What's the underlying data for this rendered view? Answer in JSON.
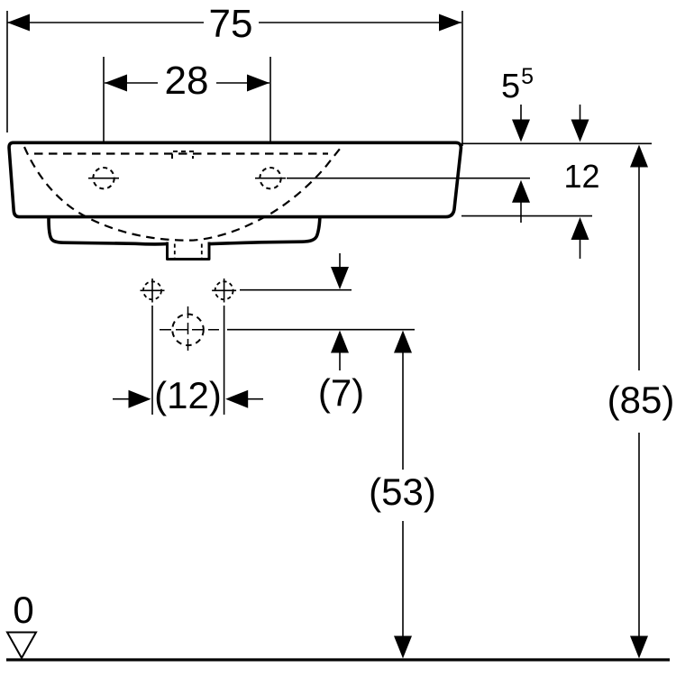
{
  "drawing": {
    "description": "Technical dimension drawing, front elevation of a wall-hung washbasin with two tap holes, hidden bowl contour, waste outlet and fixing holes",
    "units": "cm",
    "colors": {
      "line": "#000000",
      "background": "#ffffff"
    }
  },
  "dims": {
    "overall_width": "75",
    "tap_hole_spacing": "28",
    "rim_to_tap_main": "5",
    "rim_to_tap_sup": "5",
    "front_apron_height": "12",
    "fixing_hole_spacing": "(12)",
    "fixing_to_outlet": "(7)",
    "outlet_height": "(53)",
    "rim_height": "(85)",
    "datum_zero": "0"
  }
}
